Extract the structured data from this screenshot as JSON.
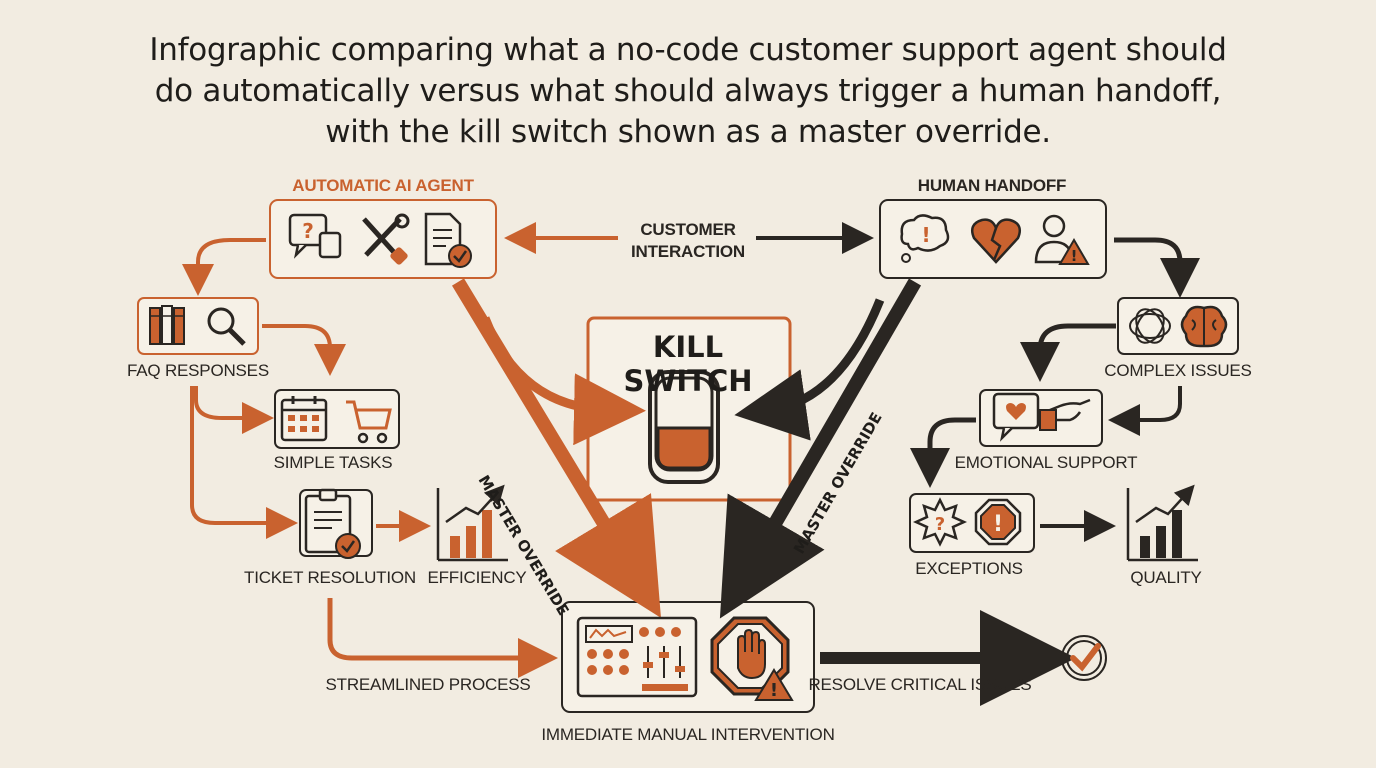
{
  "title": {
    "line1": "Infographic comparing what a no-code customer support agent should",
    "line2": "do automatically versus what should always trigger a human handoff,",
    "line3": "with the kill switch shown as a master override."
  },
  "labels": {
    "automatic_agent": "AUTOMATIC AI AGENT",
    "human_handoff": "HUMAN HANDOFF",
    "customer_interaction_1": "CUSTOMER",
    "customer_interaction_2": "INTERACTION",
    "kill_switch": "KILL SWITCH",
    "faq_responses": "FAQ RESPONSES",
    "simple_tasks": "SIMPLE TASKS",
    "ticket_resolution": "TICKET RESOLUTION",
    "efficiency": "EFFICIENCY",
    "streamlined_process": "STREAMLINED PROCESS",
    "immediate_manual_intervention": "IMMEDIATE MANUAL INTERVENTION",
    "resolve_critical_issues": "RESOLVE CRITICAL ISSUES",
    "complex_issues": "COMPLEX ISSUES",
    "emotional_support": "EMOTIONAL SUPPORT",
    "exceptions": "EXCEPTIONS",
    "quality": "QUALITY",
    "master_override_left": "MASTER OVERRIDE",
    "master_override_right": "MASTER OVERRIDE"
  },
  "colors": {
    "background": "#f2ece1",
    "accent_orange": "#c9622f",
    "dark": "#2a2622"
  },
  "icons": [
    "question-chat-icon",
    "tools-icon",
    "document-check-icon",
    "thought-alert-icon",
    "broken-heart-icon",
    "user-alert-icon",
    "books-icon",
    "magnifier-icon",
    "calendar-icon",
    "cart-icon",
    "clipboard-check-icon",
    "growth-chart-icon",
    "knot-icon",
    "brain-icon",
    "heart-chat-icon",
    "helping-hand-icon",
    "question-burst-icon",
    "stop-alert-icon",
    "quality-chart-icon",
    "control-panel-icon",
    "stop-hand-icon",
    "checkmark-circle-icon",
    "switch-icon"
  ]
}
